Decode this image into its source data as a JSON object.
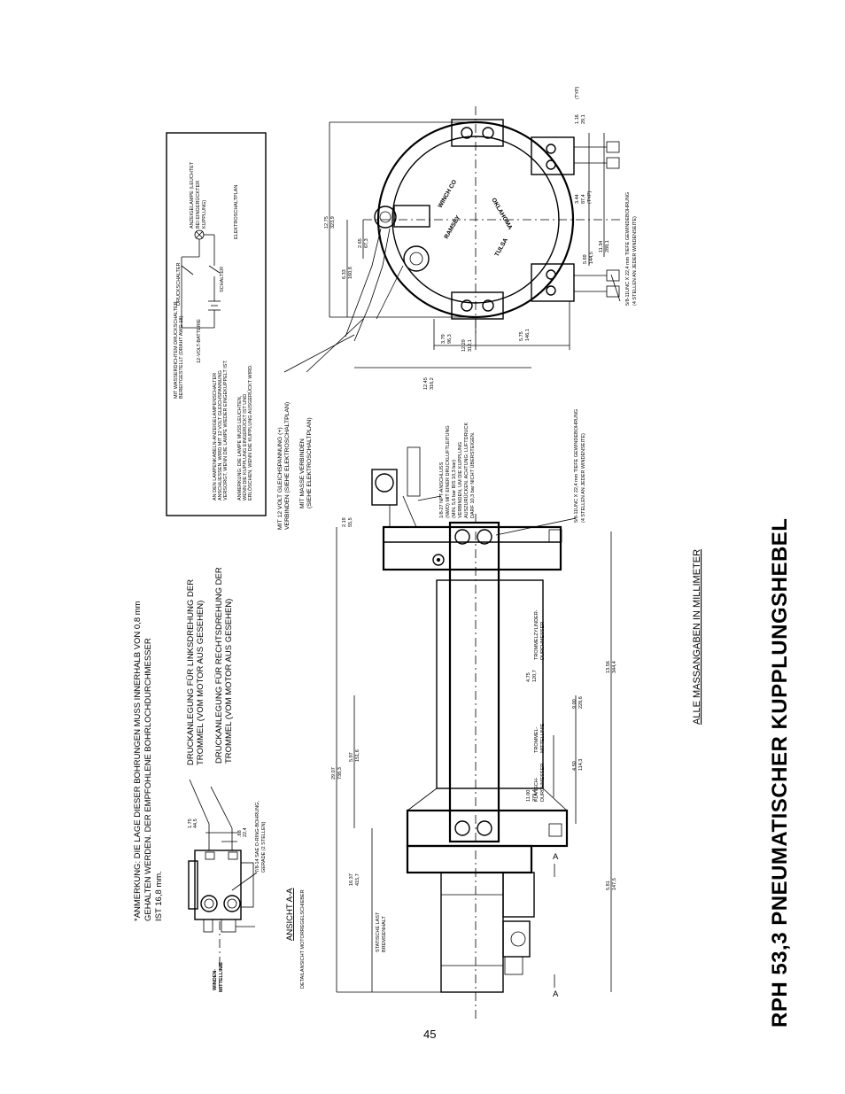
{
  "title": "RPH 53,3 PNEUMATISCHER KUPPLUNGSHEBEL",
  "units_note": "ALLE MASSANGABEN IN MILLIMETER",
  "page_number": "45",
  "note_bore": [
    "*ANMERKUNG: DIE LAGE DIESER BOHRUNGEN MUSS INNERHALB VON 0,8 mm",
    "GEHALTEN WERDEN. DER EMPFOHLENE BOHRLOCHDURCHMESSER",
    "IST 16,8 mm."
  ],
  "pressure_left": [
    "DRUCKANLEGUNG FÜR LINKSDREHUNG DER",
    "TROMMEL (VOM MOTOR AUS GESEHEN)"
  ],
  "pressure_right": [
    "DRUCKANLEGUNG FÜR RECHTSDREHUNG DER",
    "TROMMEL (VOM MOTOR AUS GESEHEN)"
  ],
  "view_label": "ANSICHT A-A",
  "view_sub": "DETAILANSICHT MOTORREGELSCHIEBER",
  "winch_centerline": [
    "WINDEN-",
    "MITTELLINIE"
  ],
  "thread_label": [
    "7/8-14 SAE O-RING-BOHRUNG,",
    "GERADE (2 STELLEN)"
  ],
  "dim_bore_a": [
    "1.75",
    "44,5"
  ],
  "dim_bore_b": [
    ".88",
    "22,4"
  ],
  "connect_12v": [
    "MIT 12 VOLT GLEICHSPANNUNG (+)",
    "VERBINDEN (SIEHE ELEKTROSCHALTPLAN)"
  ],
  "connect_ground": [
    "MIT MASSE VERBINDEN",
    "(SIEHE ELEKTROSCHALTPLAN)"
  ],
  "npt_note": [
    "1/8-27 NPT-ANSCHLUSS",
    "(NWD) MIT EINER DRUCKLUFTLEITUNG",
    "(MIN. 5,6 bar BIS 10,3 bar)",
    "VERBINDEN, UM DIE KUPPLUNG",
    "AUSZURÜCKEN. ACHTUNG: LUFTDRUCK",
    "DARF 10,3 bar NICHT ÜBERSTEIGEN."
  ],
  "thread_bottom": [
    "5/8-11UNC X 22,4 mm TIEFE GEWINDEBOHRUNG",
    "(4 STELLEN AN JEDER WINDENSEITE)"
  ],
  "thread_right": [
    "5/8-11UNC X 22,4 mm TIEFE GEWINDEBOHRUNG",
    "(4 STELLEN AN JEDER WINDENSEITE)"
  ],
  "schematic": {
    "pressure_switch": "DRUCKSCHALTER",
    "indicator_lamp": [
      "ANZEIGELAMPE (LEUCHTET",
      "BEI EINGERÜCKTER",
      "KUPPLUNG)"
    ],
    "battery": "12-VOLT-BATTERIE",
    "switch": "SCHALTER",
    "wiring_plan": "ELEKTROSCHALTPLAN",
    "note_switch": [
      "MIT WASSERDICHTEM DRUCKSCHALTER",
      "BEREITGESTELLT (DRAHT AWG 18)"
    ],
    "note_lamp": [
      "AN DEN LAMPENKABELN-ANZEIGELAMPENSCHALTER",
      "ANSCHLIESSEN. WIRD MIT 12 VOLT GLEICHSPANNUNG",
      "VERSORGT, WENN DIE LAMPE WIEDER EINGEKUPPELT IST."
    ],
    "note_lamp2": [
      "ANMERKUNG: DIE LAMPE MUSS LEUCHTEN,",
      "WENN DIE KUPPLUNG EINGERÜCKT IST UND",
      "ERLÖSCHEN, WENN DIE KUPPLUNG AUSGERÜCKT WIRD."
    ]
  },
  "casting_text": [
    "RAMSEY",
    "WINCH CO",
    "TULSA",
    "OKLAHOMA"
  ],
  "cyl_label": [
    "TROMMELZYLINDER-",
    "DURCHMESSER"
  ],
  "flange_label": [
    "FLANSCH-",
    "DURCHMESSER"
  ],
  "drum_cl": [
    "TROMMEL-",
    "MITTELLINIE"
  ],
  "brake_label": [
    "STATISCHE LAST",
    "BREMSENHALT"
  ],
  "section_a": "A",
  "dims": {
    "d2907": [
      "29.07",
      "738,3"
    ],
    "d1637": [
      "16.37",
      "415,7"
    ],
    "d597": [
      "5.97",
      "151,6"
    ],
    "d1356": [
      "13.56",
      "344,4"
    ],
    "d900": [
      "9.00",
      "228,6"
    ],
    "d450": [
      "4.50",
      "114,3"
    ],
    "d1084": [
      "11.00",
      "279,4"
    ],
    "d475": [
      "4.75",
      "120,7"
    ],
    "d581": [
      "5.81",
      "147,5"
    ],
    "d219": [
      "2.19",
      "55,5"
    ],
    "d1245": [
      "12.45",
      "316,2"
    ],
    "d1229": [
      "12.29",
      "312,1"
    ],
    "d1134": [
      "11.34",
      "288,1"
    ],
    "d379": [
      "3.79",
      "96,3"
    ],
    "d575": [
      "5.75",
      "146,1"
    ],
    "d633": [
      "6.33",
      "160,8"
    ],
    "d265": [
      "2.65",
      "67,3"
    ],
    "d1275": [
      "12.75",
      "323,9"
    ],
    "d569": [
      "5.69",
      "144,5"
    ],
    "d344": [
      "3.44",
      "87,4"
    ],
    "d116": [
      "1.16",
      "29,1"
    ],
    "typ": "(TYP)"
  }
}
